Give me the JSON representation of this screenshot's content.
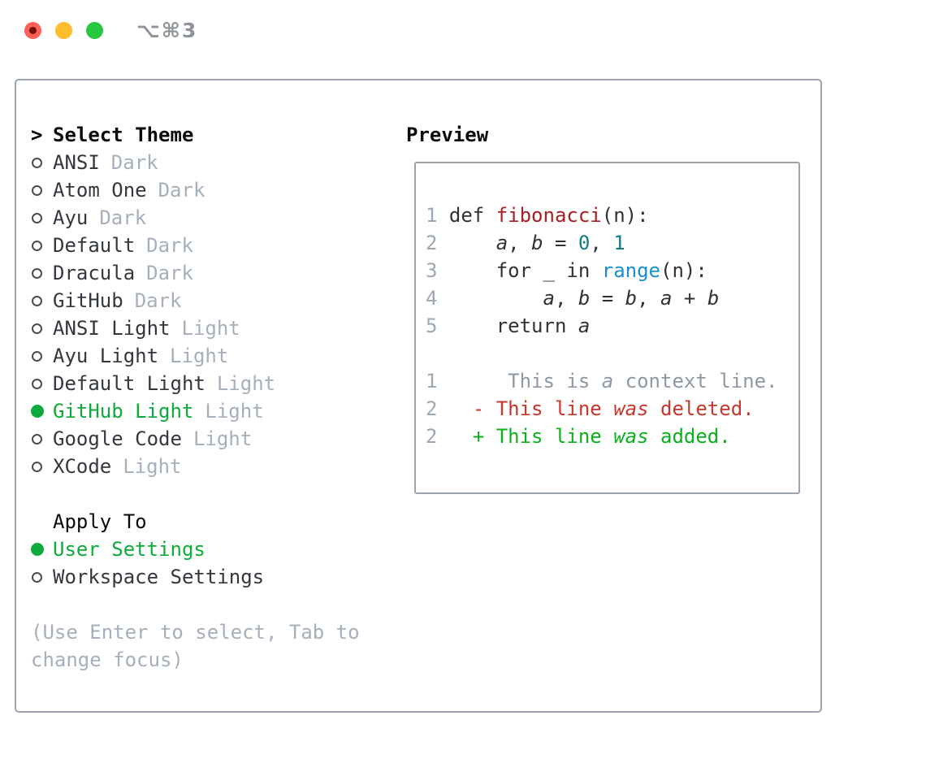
{
  "colors": {
    "traffic_red": "#fe5f57",
    "traffic_red_dot": "#7a100c",
    "traffic_yellow": "#febc2e",
    "traffic_green": "#27c840",
    "title": "#8e939a",
    "panel_border": "#9ba3ae",
    "black": "#0b0b0c",
    "ink": "#33383e",
    "muted": "#a6b0bc",
    "ring": "#474e56",
    "green_select": "#0cab3c",
    "line_number": "#9da8b5",
    "code": "#2e3338",
    "function": "#a91e22",
    "number_literal": "#117e87",
    "builtin": "#188fd1",
    "context": "#8f99a3",
    "deleted": "#c8352b",
    "added": "#0cb01c"
  },
  "window": {
    "title": "⌥⌘3",
    "traffic_lights": [
      "close",
      "minimize",
      "zoom"
    ]
  },
  "theme_panel": {
    "header_marker": ">",
    "header_label": "Select Theme",
    "themes": [
      {
        "name": "ANSI",
        "category": "Dark",
        "selected": false
      },
      {
        "name": "Atom One",
        "category": "Dark",
        "selected": false
      },
      {
        "name": "Ayu",
        "category": "Dark",
        "selected": false
      },
      {
        "name": "Default",
        "category": "Dark",
        "selected": false
      },
      {
        "name": "Dracula",
        "category": "Dark",
        "selected": false
      },
      {
        "name": "GitHub",
        "category": "Dark",
        "selected": false
      },
      {
        "name": "ANSI Light",
        "category": "Light",
        "selected": false
      },
      {
        "name": "Ayu Light",
        "category": "Light",
        "selected": false
      },
      {
        "name": "Default Light",
        "category": "Light",
        "selected": false
      },
      {
        "name": "GitHub Light",
        "category": "Light",
        "selected": true
      },
      {
        "name": "Google Code",
        "category": "Light",
        "selected": false
      },
      {
        "name": "XCode",
        "category": "Light",
        "selected": false
      }
    ],
    "apply_to": {
      "label": "Apply To",
      "options": [
        {
          "name": "User Settings",
          "selected": true
        },
        {
          "name": "Workspace Settings",
          "selected": false
        }
      ]
    },
    "hint": "(Use Enter to select, Tab to change focus)"
  },
  "preview": {
    "label": "Preview",
    "lines": [
      {
        "segments": [
          {
            "t": "1 ",
            "c": "line_number"
          },
          {
            "t": "def ",
            "c": "code"
          },
          {
            "t": "fibonacci",
            "c": "function"
          },
          {
            "t": "(n):",
            "c": "code"
          }
        ]
      },
      {
        "segments": [
          {
            "t": "2 ",
            "c": "line_number"
          },
          {
            "t": "    ",
            "c": "code"
          },
          {
            "t": "a",
            "c": "code",
            "i": true
          },
          {
            "t": ", ",
            "c": "code"
          },
          {
            "t": "b",
            "c": "code",
            "i": true
          },
          {
            "t": " = ",
            "c": "code"
          },
          {
            "t": "0",
            "c": "number_literal"
          },
          {
            "t": ", ",
            "c": "code"
          },
          {
            "t": "1",
            "c": "number_literal"
          }
        ]
      },
      {
        "segments": [
          {
            "t": "3 ",
            "c": "line_number"
          },
          {
            "t": "    for _ in ",
            "c": "code"
          },
          {
            "t": "range",
            "c": "builtin"
          },
          {
            "t": "(n):",
            "c": "code"
          }
        ]
      },
      {
        "segments": [
          {
            "t": "4 ",
            "c": "line_number"
          },
          {
            "t": "        ",
            "c": "code"
          },
          {
            "t": "a",
            "c": "code",
            "i": true
          },
          {
            "t": ", ",
            "c": "code"
          },
          {
            "t": "b",
            "c": "code",
            "i": true
          },
          {
            "t": " = ",
            "c": "code"
          },
          {
            "t": "b",
            "c": "code",
            "i": true
          },
          {
            "t": ", ",
            "c": "code"
          },
          {
            "t": "a",
            "c": "code",
            "i": true
          },
          {
            "t": " + ",
            "c": "code"
          },
          {
            "t": "b",
            "c": "code",
            "i": true
          }
        ]
      },
      {
        "segments": [
          {
            "t": "5 ",
            "c": "line_number"
          },
          {
            "t": "    return ",
            "c": "code"
          },
          {
            "t": "a",
            "c": "code",
            "i": true
          }
        ]
      },
      {
        "segments": []
      },
      {
        "segments": [
          {
            "t": "1",
            "c": "line_number"
          },
          {
            "t": "      ",
            "c": "context"
          },
          {
            "t": "This is ",
            "c": "context"
          },
          {
            "t": "a",
            "c": "context",
            "i": true
          },
          {
            "t": " context line.",
            "c": "context"
          }
        ]
      },
      {
        "segments": [
          {
            "t": "2",
            "c": "line_number"
          },
          {
            "t": "   ",
            "c": "deleted"
          },
          {
            "t": "- This line ",
            "c": "deleted"
          },
          {
            "t": "was",
            "c": "deleted",
            "i": true
          },
          {
            "t": " deleted.",
            "c": "deleted"
          }
        ]
      },
      {
        "segments": [
          {
            "t": "2",
            "c": "line_number"
          },
          {
            "t": "   ",
            "c": "added"
          },
          {
            "t": "+ This line ",
            "c": "added"
          },
          {
            "t": "was",
            "c": "added",
            "i": true
          },
          {
            "t": " added.",
            "c": "added"
          }
        ]
      }
    ]
  }
}
